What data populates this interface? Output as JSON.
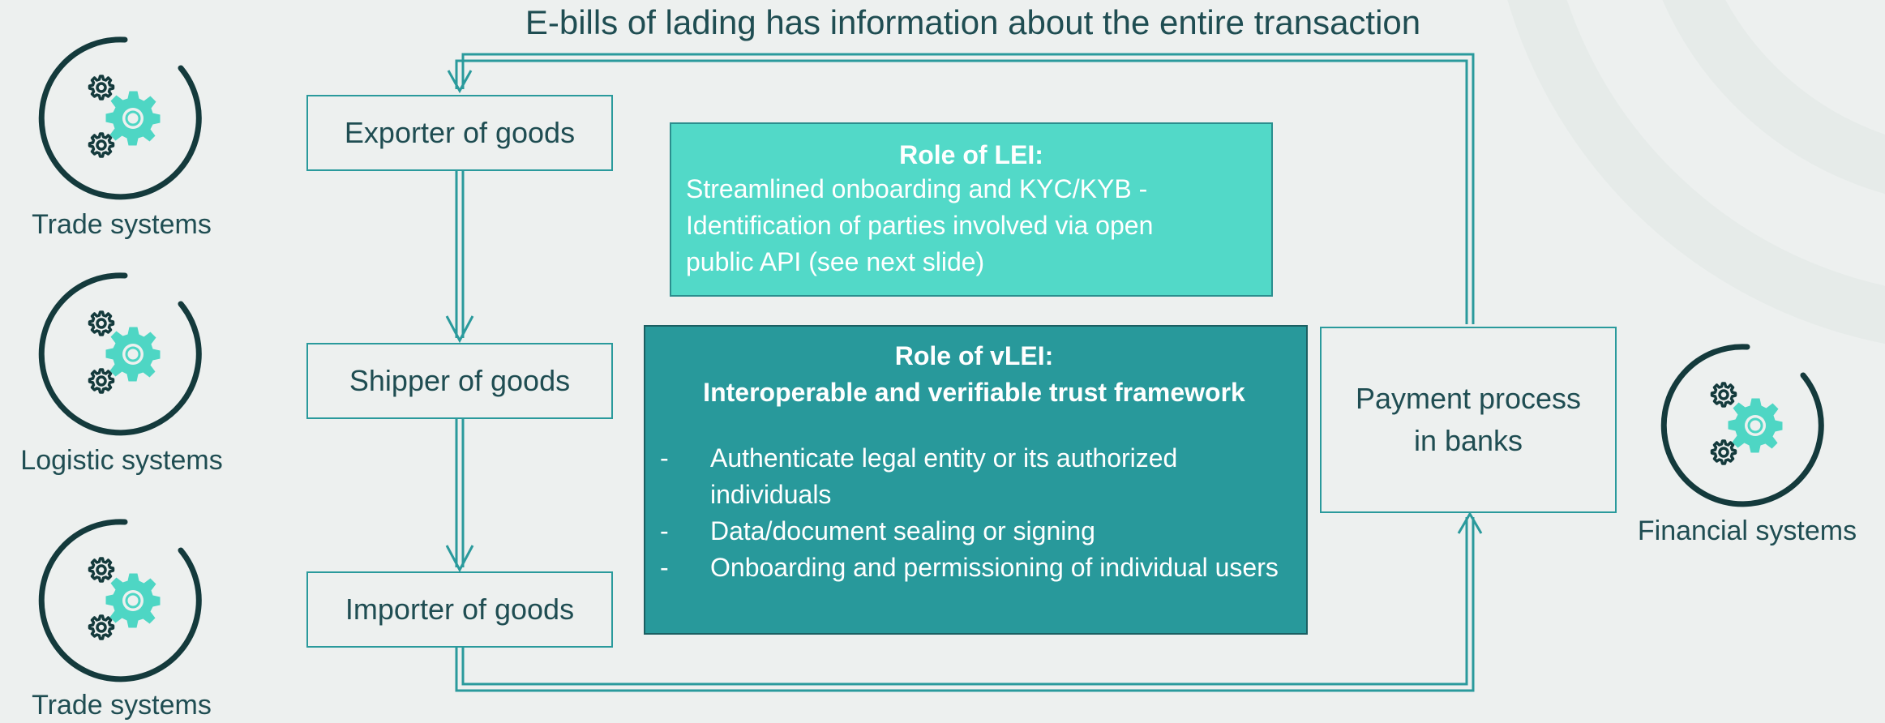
{
  "title": "E-bills of lading has information about the entire transaction",
  "systems": {
    "left": [
      "Trade systems",
      "Logistic systems",
      "Trade systems"
    ],
    "right": "Financial systems"
  },
  "icons": {
    "system": "gears-icon"
  },
  "flow": {
    "exporter": "Exporter of goods",
    "shipper": "Shipper of goods",
    "importer": "Importer of goods",
    "payment_line1": "Payment process",
    "payment_line2": "in banks"
  },
  "lei": {
    "heading": "Role of LEI:",
    "line1": "Streamlined onboarding and KYC/KYB -",
    "line2": "Identification of parties involved via open",
    "line3": "public API (see next slide)"
  },
  "vlei": {
    "heading": "Role of vLEI:",
    "subheading": "Interoperable and verifiable trust framework",
    "bullet_marker": "-",
    "bullets": [
      "Authenticate legal entity or its authorized individuals",
      "Data/document sealing or signing",
      "Onboarding and permissioning of individual users"
    ]
  },
  "colors": {
    "background": "#edf0ef",
    "text": "#1f4d52",
    "accent": "#2a9a9c",
    "lei_fill": "#52d9c8",
    "vlei_fill": "#28999b",
    "gear_teal": "#4ed6c4",
    "ring_dark": "#143a3c"
  }
}
